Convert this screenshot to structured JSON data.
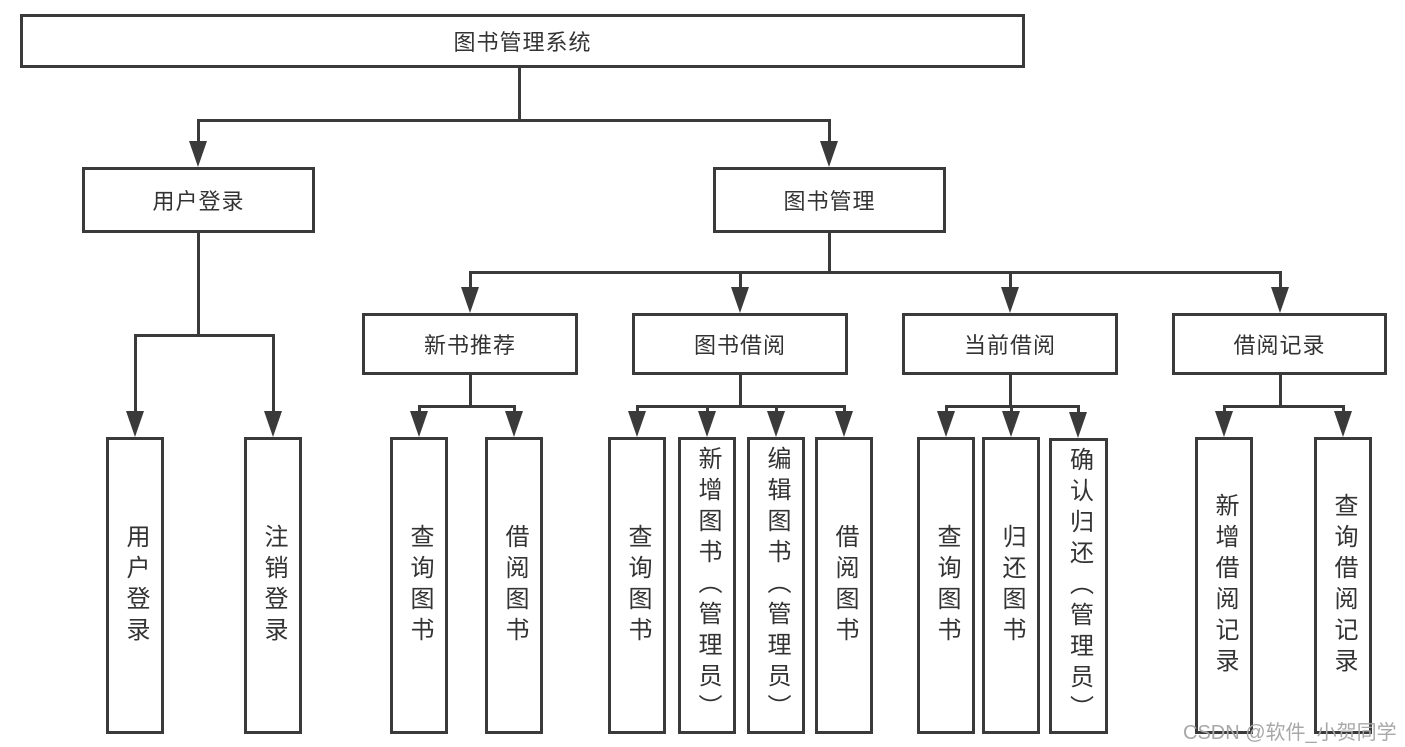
{
  "colors": {
    "line": "#3a3a3a",
    "text": "#333333",
    "background": "#ffffff",
    "watermark": "#a8a8a8"
  },
  "tree": {
    "root": {
      "label": "图书管理系统"
    },
    "branches": [
      {
        "label": "用户登录",
        "children": [
          {
            "label": "用户登录"
          },
          {
            "label": "注销登录"
          }
        ]
      },
      {
        "label": "图书管理",
        "children": [
          {
            "label": "新书推荐",
            "children": [
              {
                "label": "查询图书"
              },
              {
                "label": "借阅图书"
              }
            ]
          },
          {
            "label": "图书借阅",
            "children": [
              {
                "label": "查询图书"
              },
              {
                "label": "新增图书（管理员）"
              },
              {
                "label": "编辑图书（管理员）"
              },
              {
                "label": "借阅图书"
              }
            ]
          },
          {
            "label": "当前借阅",
            "children": [
              {
                "label": "查询图书"
              },
              {
                "label": "归还图书"
              },
              {
                "label": "确认归还（管理员）"
              }
            ]
          },
          {
            "label": "借阅记录",
            "children": [
              {
                "label": "新增借阅记录"
              },
              {
                "label": "查询借阅记录"
              }
            ]
          }
        ]
      }
    ]
  },
  "watermark": {
    "text": "CSDN @软件_小贺同学"
  }
}
